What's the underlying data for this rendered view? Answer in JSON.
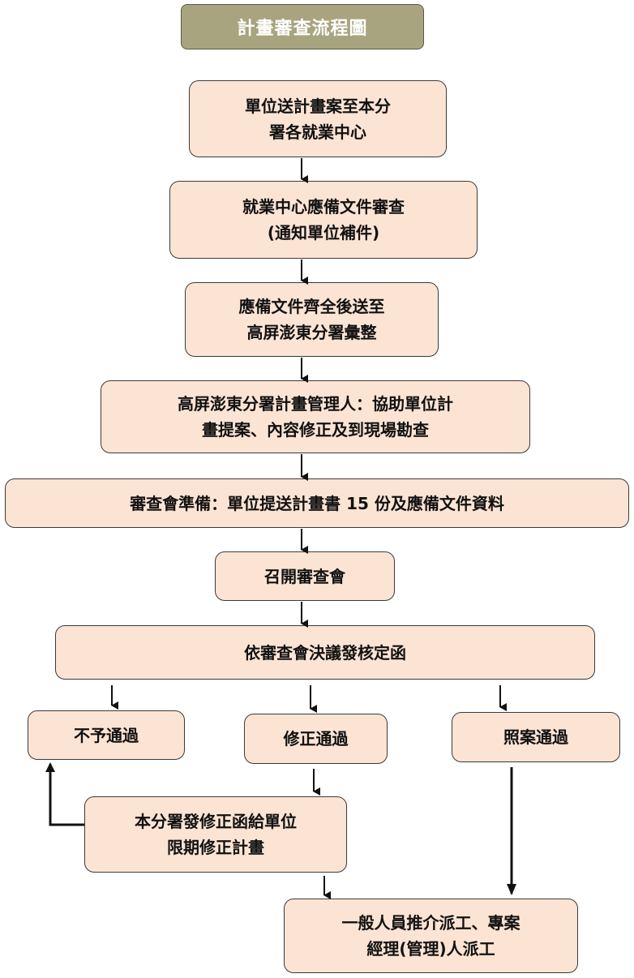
{
  "title": "計畫審查流程圖",
  "steps": {
    "submit": [
      "單位送計畫案至本分",
      "署各就業中心"
    ],
    "doc_review": [
      "就業中心應備文件審查",
      "(通知單位補件)"
    ],
    "forward": [
      "應備文件齊全後送至",
      "高屏澎東分署彙整"
    ],
    "manager": [
      "高屏澎東分署計畫管理人：協助單位計",
      "畫提案、內容修正及到現場勘查"
    ],
    "prep": [
      "審查會準備：單位提送計畫書 15 份及應備文件資料"
    ],
    "meeting": [
      "召開審查會"
    ],
    "decision": [
      "依審查會決議發核定函"
    ],
    "reject": [
      "不予通過"
    ],
    "revise": [
      "修正通過"
    ],
    "approve": [
      "照案通過"
    ],
    "revision_letter": [
      "本分署發修正函給單位",
      "限期修正計畫"
    ],
    "dispatch": [
      "一般人員推介派工、專案",
      "經理(管理)人派工"
    ]
  },
  "colors": {
    "box_fill": "#fce4d4",
    "box_border": "#3a3a3a",
    "title_fill": "#a7a47f",
    "title_text": "#ffffff",
    "arrow": "#111111"
  }
}
